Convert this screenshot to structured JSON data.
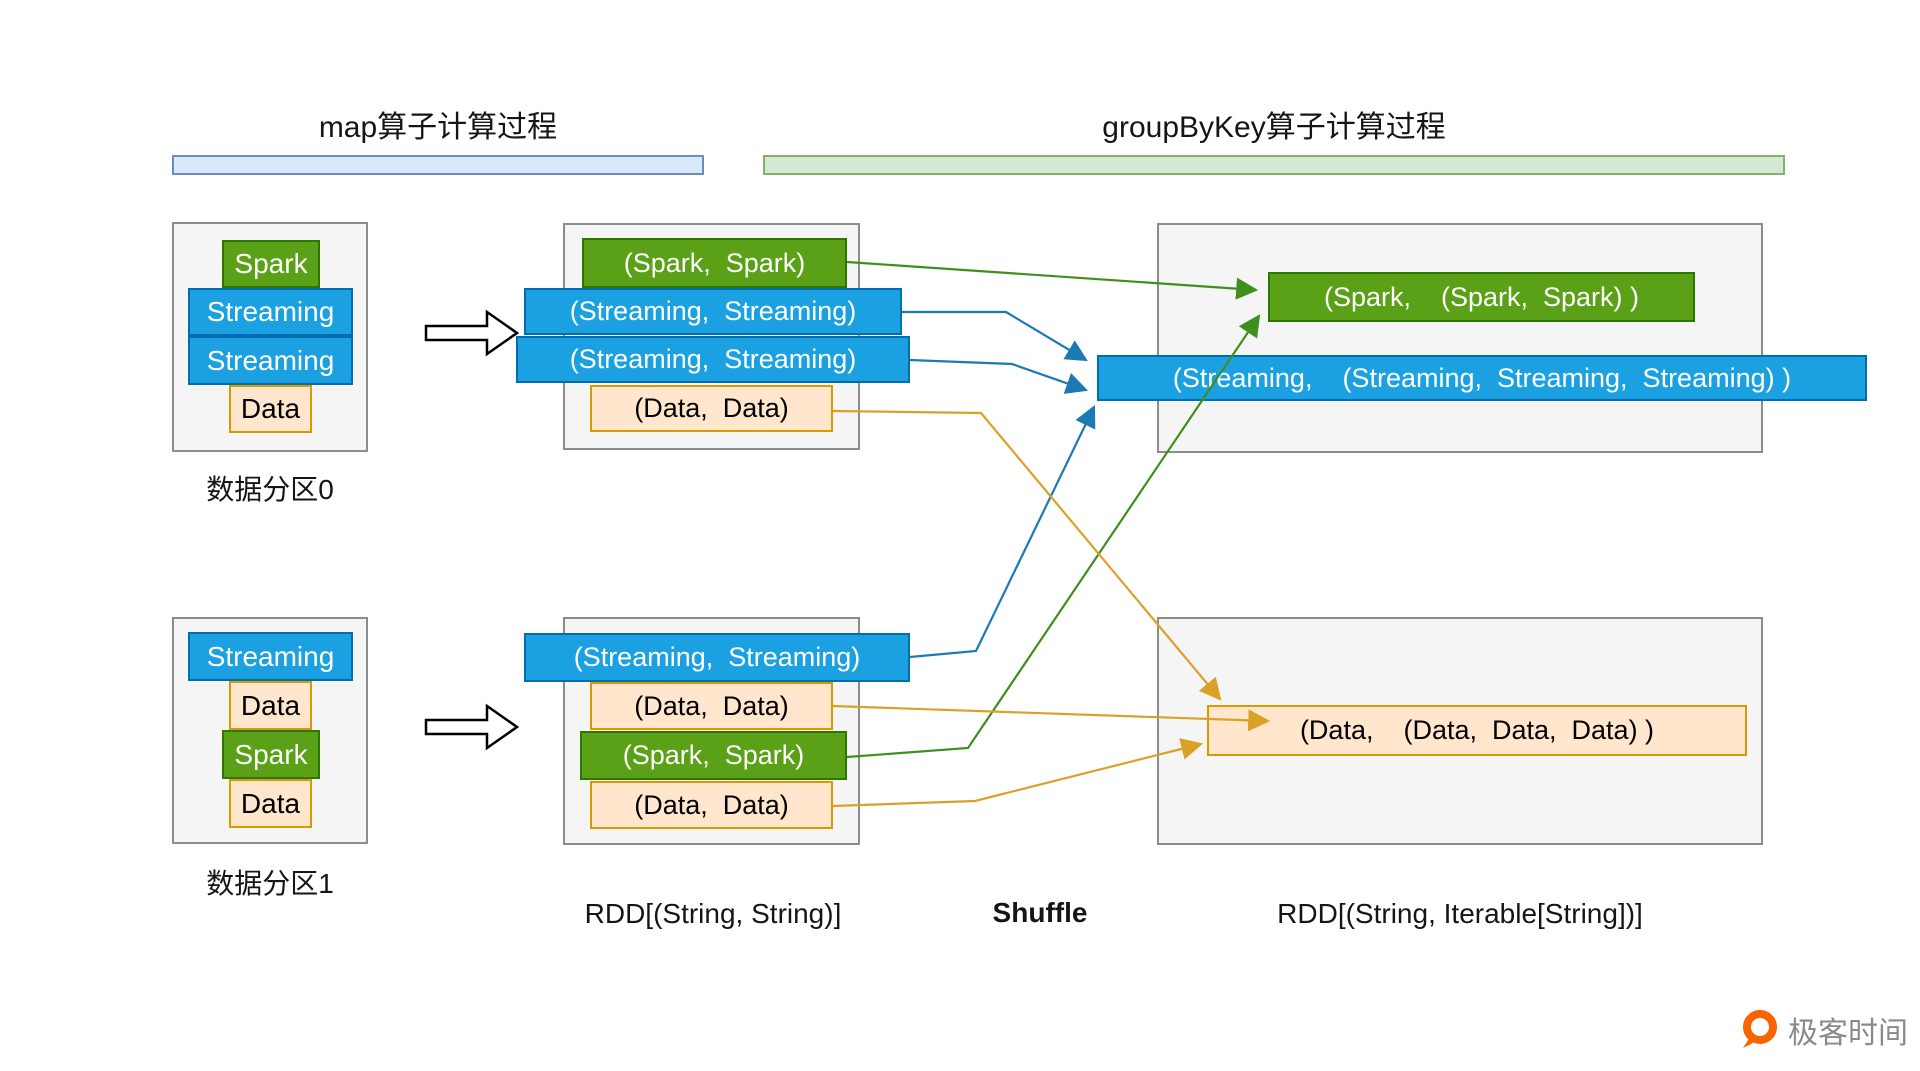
{
  "headers": {
    "left": "map算子计算过程",
    "right": "groupByKey算子计算过程"
  },
  "partition0": {
    "label": "数据分区0",
    "items": [
      "Spark",
      "Streaming",
      "Streaming",
      "Data"
    ]
  },
  "partition1": {
    "label": "数据分区1",
    "items": [
      "Streaming",
      "Data",
      "Spark",
      "Data"
    ]
  },
  "mapped0": {
    "rows": [
      "(Spark,  Spark)",
      "(Streaming,  Streaming)",
      "(Streaming,  Streaming)",
      "(Data,  Data)"
    ]
  },
  "mapped1": {
    "rows": [
      "(Streaming,  Streaming)",
      "(Data,  Data)",
      "(Spark,  Spark)",
      "(Data,  Data)"
    ]
  },
  "grouped": {
    "spark": "(Spark,    (Spark,  Spark) )",
    "streaming": "(Streaming,    (Streaming,  Streaming,  Streaming) )",
    "data": "(Data,    (Data,  Data,  Data) )"
  },
  "captions": {
    "rdd_left": "RDD[(String, String)]",
    "shuffle": "Shuffle",
    "rdd_right": "RDD[(String, Iterable[String])]"
  },
  "logo": {
    "text": "极客时间"
  },
  "colors": {
    "box_green": "#5aa117",
    "box_green_border": "#2d7600",
    "box_blue": "#1ba1e2",
    "box_blue_border": "#006eaf",
    "box_peach": "#ffe6cc",
    "box_peach_border": "#d79b00",
    "container_fill": "#f5f5f5",
    "container_border": "#8c8c8c",
    "bar_blue": "#dae8fc",
    "bar_blue_border": "#6c8ebf",
    "bar_green": "#d5e8d4",
    "bar_green_border": "#82b366",
    "arrow_green": "#3f8f1f",
    "arrow_blue": "#1b7ab3",
    "arrow_orange": "#d9a226",
    "logo_orange": "#f96300"
  }
}
